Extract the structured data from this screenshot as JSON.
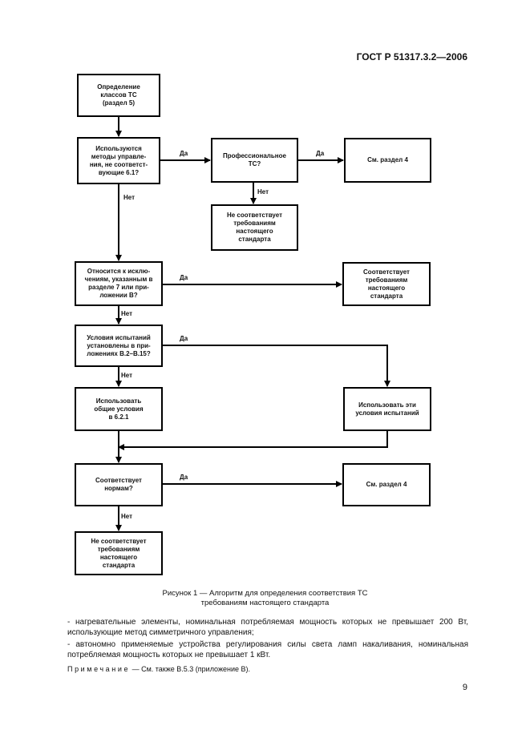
{
  "header": {
    "doc_id": "ГОСТ Р 51317.3.2—2006"
  },
  "flowchart": {
    "boxes": {
      "define_class": "Определение\nклассов ТС\n(раздел 5)",
      "control_methods": "Используются\nметоды управле-\nния, не соответст-\nвующие 6.1?",
      "professional": "Профессиональное\nТС?",
      "see_section4_a": "См. раздел 4",
      "not_comply_a": "Не соответствует\nтребованиям\nнастоящего\nстандарта",
      "exceptions": "Относится к исклю-\nчениям, указанным в\nразделе 7 или при-\nложении В?",
      "complies": "Соответствует\nтребованиям\nнастоящего\nстандарта",
      "test_conditions": "Условия испытаний\nустановлены в при-\nложениях В.2–В.15?",
      "general_conditions": "Использовать\nобщие условия\nв 6.2.1",
      "use_these_conditions": "Использовать эти\nусловия испытаний",
      "meets_norms": "Соответствует\nнормам?",
      "see_section4_b": "См. раздел 4",
      "not_comply_b": "Не соответствует\nтребованиям\nнастоящего\nстандарта"
    },
    "labels": {
      "yes": "Да",
      "no": "Нет"
    }
  },
  "caption": "Рисунок 1 — Алгоритм для определения соответствия ТС\nтребованиям настоящего стандарта",
  "body": {
    "para1": "- нагревательные элементы, номинальная потребляемая мощность которых не превышает 200 Вт, использующие метод симметричного управления;",
    "para2": "- автономно применяемые устройства регулирования силы света ламп накаливания, номинальная потребляемая мощность которых не превышает 1 кВт.",
    "note_label": "Примечание",
    "note_text": " — См. также В.5.3 (приложение В)."
  },
  "page_number": "9"
}
